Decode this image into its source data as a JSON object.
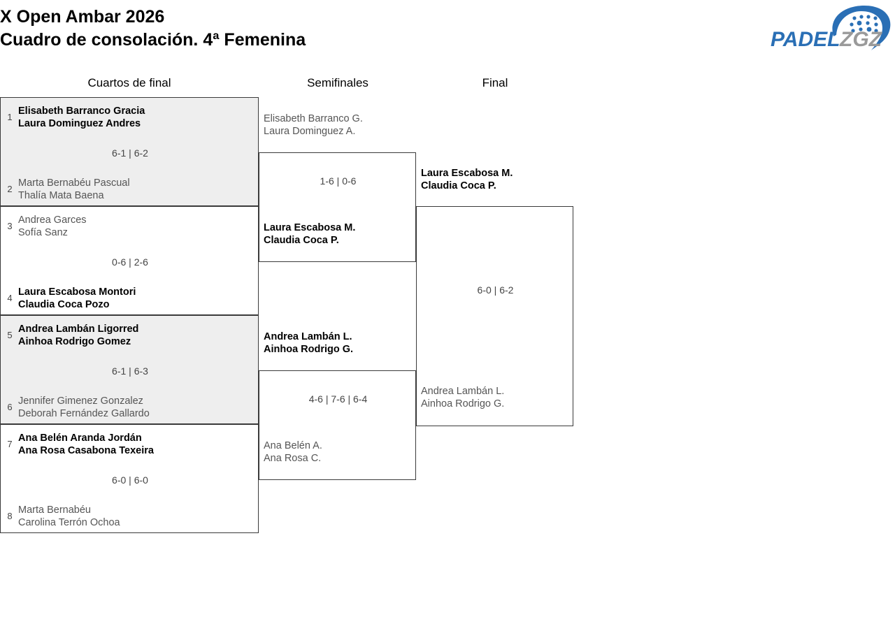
{
  "header": {
    "title_line1": "X Open Ambar 2026",
    "title_line2": "Cuadro de consolación. 4ª Femenina",
    "logo": {
      "text_primary": "PADEL",
      "text_secondary": "ZGZ",
      "primary_color": "#2a6fb5",
      "secondary_color": "#9a9a9a"
    }
  },
  "rounds": {
    "quarterfinals_label": "Cuartos de final",
    "semifinals_label": "Semifinales",
    "final_label": "Final"
  },
  "quarterfinals": [
    {
      "score": "6-1 | 6-2",
      "shaded": true,
      "top": {
        "seed": "1",
        "player1": "Elisabeth Barranco Gracia",
        "player2": "Laura Dominguez Andres",
        "result": "winner"
      },
      "bottom": {
        "seed": "2",
        "player1": "Marta Bernabéu Pascual",
        "player2": "Thalía Mata Baena",
        "result": "loser"
      }
    },
    {
      "score": "0-6 | 2-6",
      "shaded": false,
      "top": {
        "seed": "3",
        "player1": "Andrea Garces",
        "player2": "Sofía Sanz",
        "result": "loser"
      },
      "bottom": {
        "seed": "4",
        "player1": "Laura Escabosa Montori",
        "player2": "Claudia Coca Pozo",
        "result": "winner"
      }
    },
    {
      "score": "6-1 | 6-3",
      "shaded": true,
      "top": {
        "seed": "5",
        "player1": "Andrea Lambán Ligorred",
        "player2": "Ainhoa Rodrigo Gomez",
        "result": "winner"
      },
      "bottom": {
        "seed": "6",
        "player1": "Jennifer Gimenez Gonzalez",
        "player2": "Deborah Fernández Gallardo",
        "result": "loser"
      }
    },
    {
      "score": "6-0 | 6-0",
      "shaded": false,
      "top": {
        "seed": "7",
        "player1": "Ana Belén Aranda Jordán",
        "player2": "Ana Rosa Casabona Texeira",
        "result": "winner"
      },
      "bottom": {
        "seed": "8",
        "player1": "Marta Bernabéu",
        "player2": "Carolina Terrón Ochoa",
        "result": "loser"
      }
    }
  ],
  "semifinals": [
    {
      "score": "1-6 | 0-6",
      "top": {
        "player1": "Elisabeth Barranco G.",
        "player2": "Laura Dominguez A.",
        "result": "loser"
      },
      "bottom": {
        "player1": "Laura Escabosa M.",
        "player2": "Claudia Coca P.",
        "result": "winner"
      }
    },
    {
      "score": "4-6 | 7-6 | 6-4",
      "top": {
        "player1": "Andrea Lambán L.",
        "player2": "Ainhoa Rodrigo G.",
        "result": "winner"
      },
      "bottom": {
        "player1": "Ana Belén A.",
        "player2": "Ana Rosa C.",
        "result": "loser"
      }
    }
  ],
  "final": {
    "score": "6-0 | 6-2",
    "top": {
      "player1": "Laura Escabosa M.",
      "player2": "Claudia Coca P.",
      "result": "winner"
    },
    "bottom": {
      "player1": "Andrea Lambán L.",
      "player2": "Ainhoa Rodrigo G.",
      "result": "loser"
    }
  }
}
